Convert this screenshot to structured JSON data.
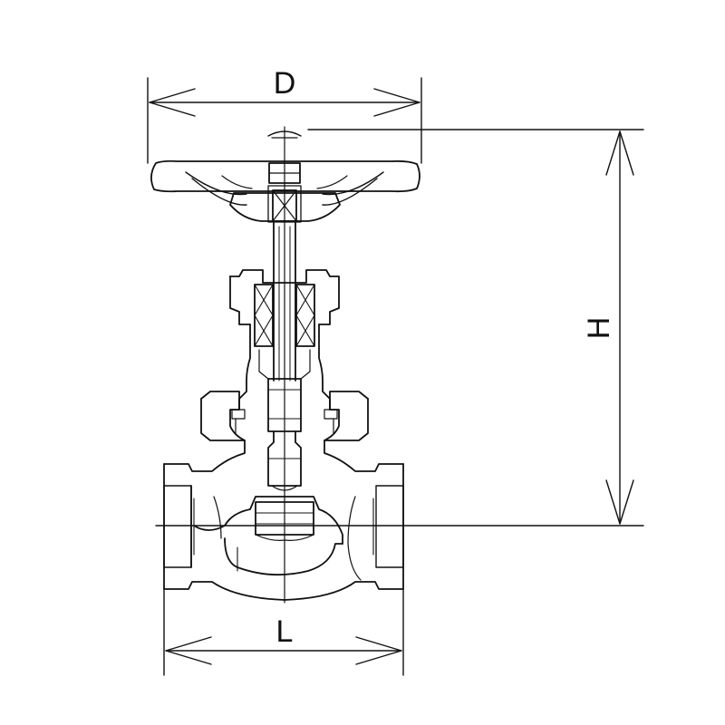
{
  "dimensions": {
    "handwheel_diameter": "D",
    "height": "H",
    "length": "L"
  },
  "colors": {
    "line": "#111111",
    "background": "#ffffff"
  }
}
